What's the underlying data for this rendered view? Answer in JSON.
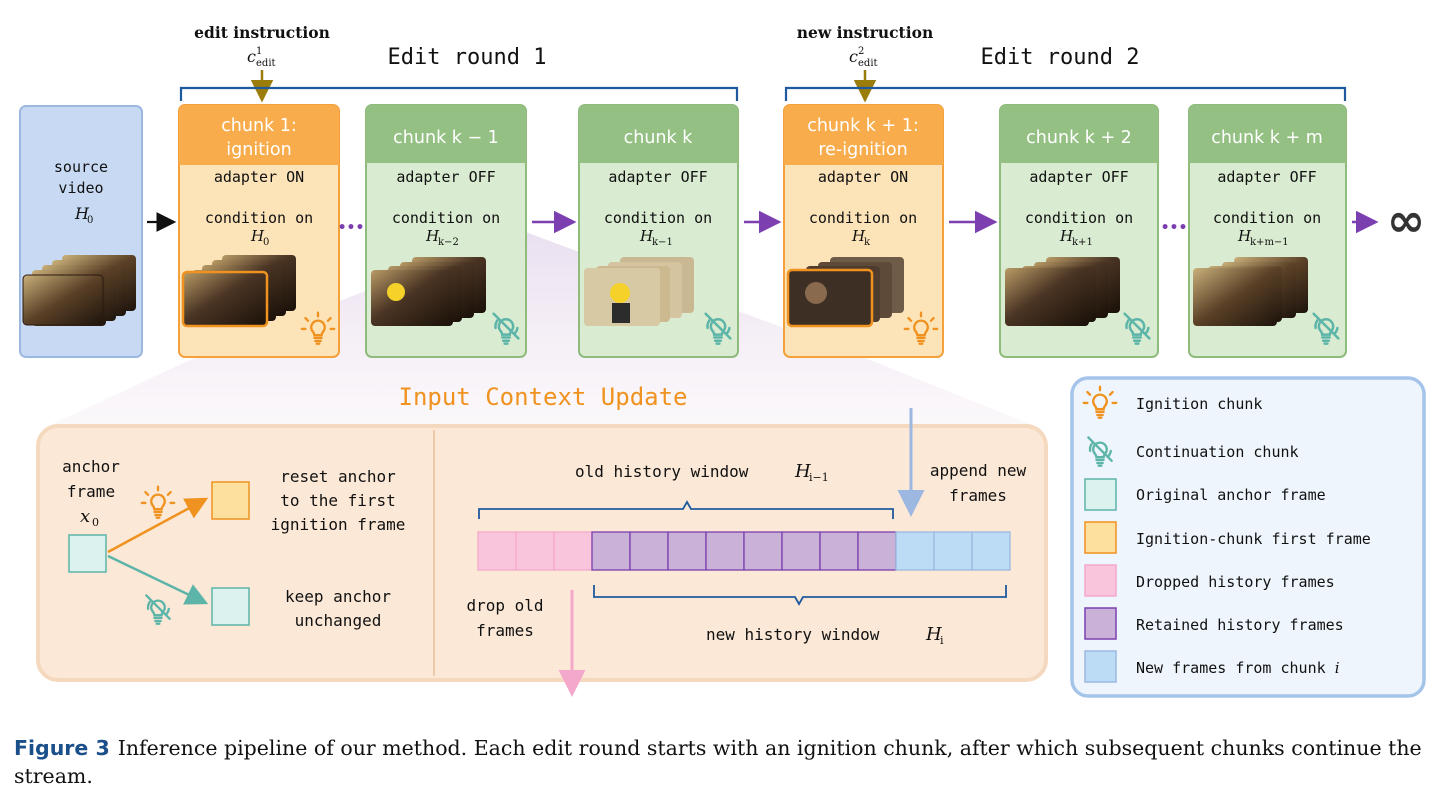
{
  "top": {
    "edit_instruction": "edit instruction",
    "edit_symbol": "c",
    "edit_sup1": "1",
    "edit_sub": "edit",
    "new_instruction": "new instruction",
    "edit_sup2": "2",
    "edit_round_1": "Edit round 1",
    "edit_round_2": "Edit round 2"
  },
  "source": {
    "line1": "source",
    "line2": "video",
    "h": "H",
    "h_sub": "0"
  },
  "chunks": [
    {
      "title1": "chunk 1:",
      "title2": "ignition",
      "adapter": "adapter ON",
      "cond": "condition on",
      "h_sub": "0"
    },
    {
      "title1": "chunk k − 1",
      "adapter": "adapter OFF",
      "cond": "condition on",
      "h_sub": "k−2"
    },
    {
      "title1": "chunk k",
      "adapter": "adapter OFF",
      "cond": "condition on",
      "h_sub": "k−1"
    },
    {
      "title1": "chunk k + 1:",
      "title2": "re-ignition",
      "adapter": "adapter ON",
      "cond": "condition on",
      "h_sub": "k"
    },
    {
      "title1": "chunk k + 2",
      "adapter": "adapter OFF",
      "cond": "condition on",
      "h_sub": "k+1"
    },
    {
      "title1": "chunk k + m",
      "adapter": "adapter OFF",
      "cond": "condition on",
      "h_sub": "k+m−1"
    }
  ],
  "ellipsis": "•••",
  "infinity": "∞",
  "update": {
    "title": "Input Context Update",
    "anchor_l1": "anchor",
    "anchor_l2": "frame",
    "anchor_x": "x",
    "anchor_x_sub": "0",
    "reset_l1": "reset anchor",
    "reset_l2": "to the first",
    "reset_l3": "ignition frame",
    "keep_l1": "keep anchor",
    "keep_l2": "unchanged",
    "old_window": "old history window",
    "old_window_sub": "i−1",
    "append_l1": "append new",
    "append_l2": "frames",
    "drop_l1": "drop old",
    "drop_l2": "frames",
    "new_window": "new history window",
    "new_window_sub": "i"
  },
  "legend": [
    {
      "label": "Ignition chunk",
      "icon": "bulb-icon"
    },
    {
      "label": "Continuation chunk",
      "icon": "bulb-off-icon"
    },
    {
      "label": "Original anchor frame",
      "color": "#dcf2ef"
    },
    {
      "label": "Ignition-chunk first frame",
      "color": "#fddf9e"
    },
    {
      "label": "Dropped history frames",
      "color": "#f9c5dc"
    },
    {
      "label": "Retained history frames",
      "color": "#c9b1d8"
    },
    {
      "label": "New frames from chunk ",
      "label_i": "i",
      "color": "#bcdcf6"
    }
  ],
  "caption": {
    "figure": "Figure 3",
    "text": "Inference pipeline of our method. Each edit round starts with an ignition chunk, after which subsequent chunks continue the stream."
  },
  "colors": {
    "orange": "#f4a13c",
    "orange_light": "#fde3b8",
    "green": "#8fbb7c",
    "green_light": "#d9ebd0",
    "blue_src": "#c8daf3",
    "purple": "#7b3fb0",
    "brace_blue": "#1f5a9e",
    "gold": "#9b7d0c",
    "teal": "#5db5a9",
    "pink": "#f4a8cb",
    "panel": "#fbe8d6"
  }
}
